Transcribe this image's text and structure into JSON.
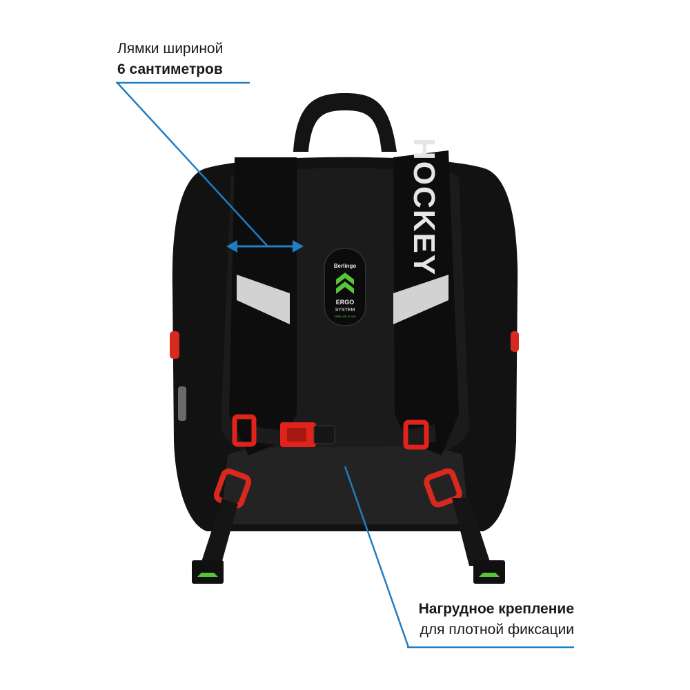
{
  "callouts": {
    "straps": {
      "line1": "Лямки шириной",
      "line2": "6 сантиметров"
    },
    "chest": {
      "line1": "Нагрудное крепление",
      "line2": "для плотной фиксации"
    }
  },
  "backpack": {
    "strap_print": "HOCKEY",
    "badge": {
      "brand": "Berlingo",
      "title": "ERGO",
      "subtitle": "SYSTEM",
      "tagline": "FREE AIR FLOW"
    }
  },
  "colors": {
    "pointer_line": "#1f7ec4",
    "backpack_body": "#111111",
    "buckle_red": "#e0231b",
    "reflective_strip": "#cfcfcf",
    "badge_green": "#58c43a"
  }
}
